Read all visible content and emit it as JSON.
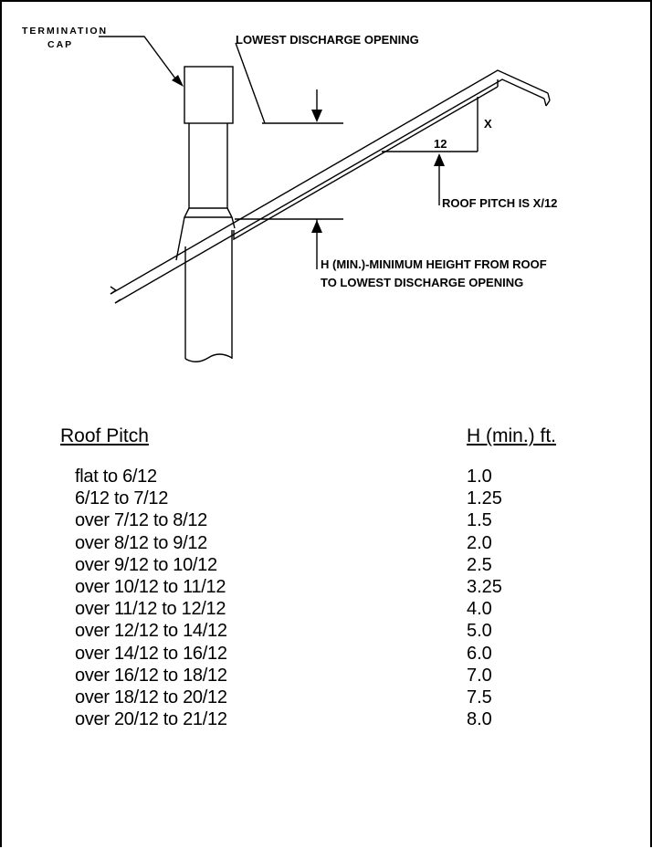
{
  "diagram": {
    "termination_cap_line1": "TERMINATION",
    "termination_cap_line2": "CAP",
    "lowest_discharge_label": "LOWEST DISCHARGE OPENING",
    "x_label": "X",
    "twelve_label": "12",
    "roof_pitch_label": "ROOF PITCH IS X/12",
    "h_min_line1": "H (MIN.)-MINIMUM HEIGHT FROM ROOF",
    "h_min_line2": "TO LOWEST DISCHARGE OPENING"
  },
  "table": {
    "col_pitch": "Roof Pitch",
    "col_height": "H (min.) ft.",
    "rows": [
      {
        "pitch": "flat to 6/12",
        "h": "1.0"
      },
      {
        "pitch": "6/12 to 7/12",
        "h": "1.25"
      },
      {
        "pitch": "over 7/12 to 8/12",
        "h": "1.5"
      },
      {
        "pitch": "over 8/12 to 9/12",
        "h": "2.0"
      },
      {
        "pitch": "over 9/12 to 10/12",
        "h": "2.5"
      },
      {
        "pitch": "over 10/12 to 11/12",
        "h": "3.25"
      },
      {
        "pitch": "over 11/12 to 12/12",
        "h": "4.0"
      },
      {
        "pitch": "over 12/12 to 14/12",
        "h": "5.0"
      },
      {
        "pitch": "over 14/12 to 16/12",
        "h": "6.0"
      },
      {
        "pitch": "over 16/12 to 18/12",
        "h": "7.0"
      },
      {
        "pitch": "over 18/12 to 20/12",
        "h": "7.5"
      },
      {
        "pitch": "over 20/12 to 21/12",
        "h": "8.0"
      }
    ]
  }
}
